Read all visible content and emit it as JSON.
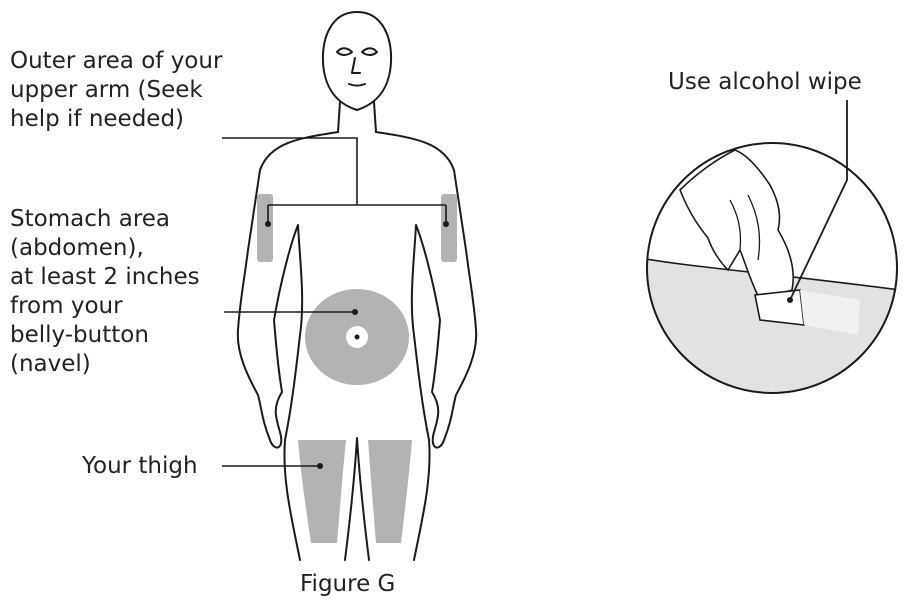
{
  "labels": {
    "arm_lines": [
      "Outer area of your",
      "upper arm (Seek",
      "help if needed)"
    ],
    "stomach_lines": [
      "Stomach area",
      "(abdomen),",
      "at least 2 inches",
      "from your",
      "belly-button",
      "(navel)"
    ],
    "thigh": "Your thigh",
    "wipe": "Use alcohol wipe",
    "figure": "Figure G"
  },
  "colors": {
    "outline": "#1a1a1a",
    "injection_area": "#b3b3b3",
    "navel": "#ffffff",
    "skin_shade": "#e2e2e2"
  }
}
